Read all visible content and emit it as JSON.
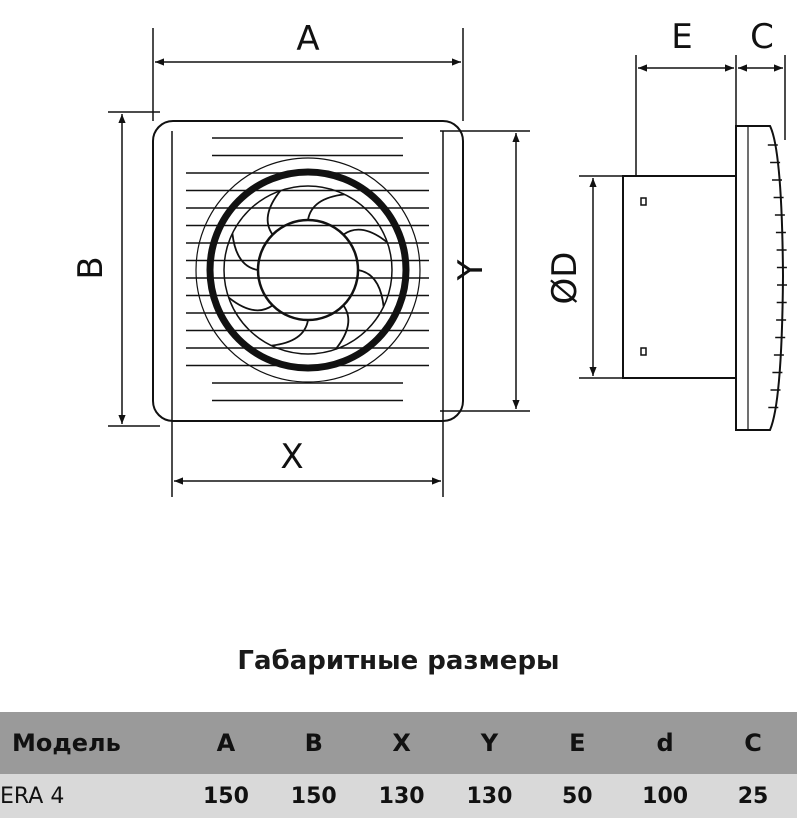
{
  "dimensions": {
    "a_label": "A",
    "b_label": "B",
    "x_label": "X",
    "y_label": "Y",
    "d_label": "ØD",
    "e_label": "E",
    "c_label": "C"
  },
  "table": {
    "title": "Габаритные размеры",
    "headers": [
      "Модель",
      "A",
      "B",
      "X",
      "Y",
      "E",
      "d",
      "C"
    ],
    "rows": [
      [
        "ERA 4",
        "150",
        "150",
        "130",
        "130",
        "50",
        "100",
        "25"
      ]
    ]
  }
}
